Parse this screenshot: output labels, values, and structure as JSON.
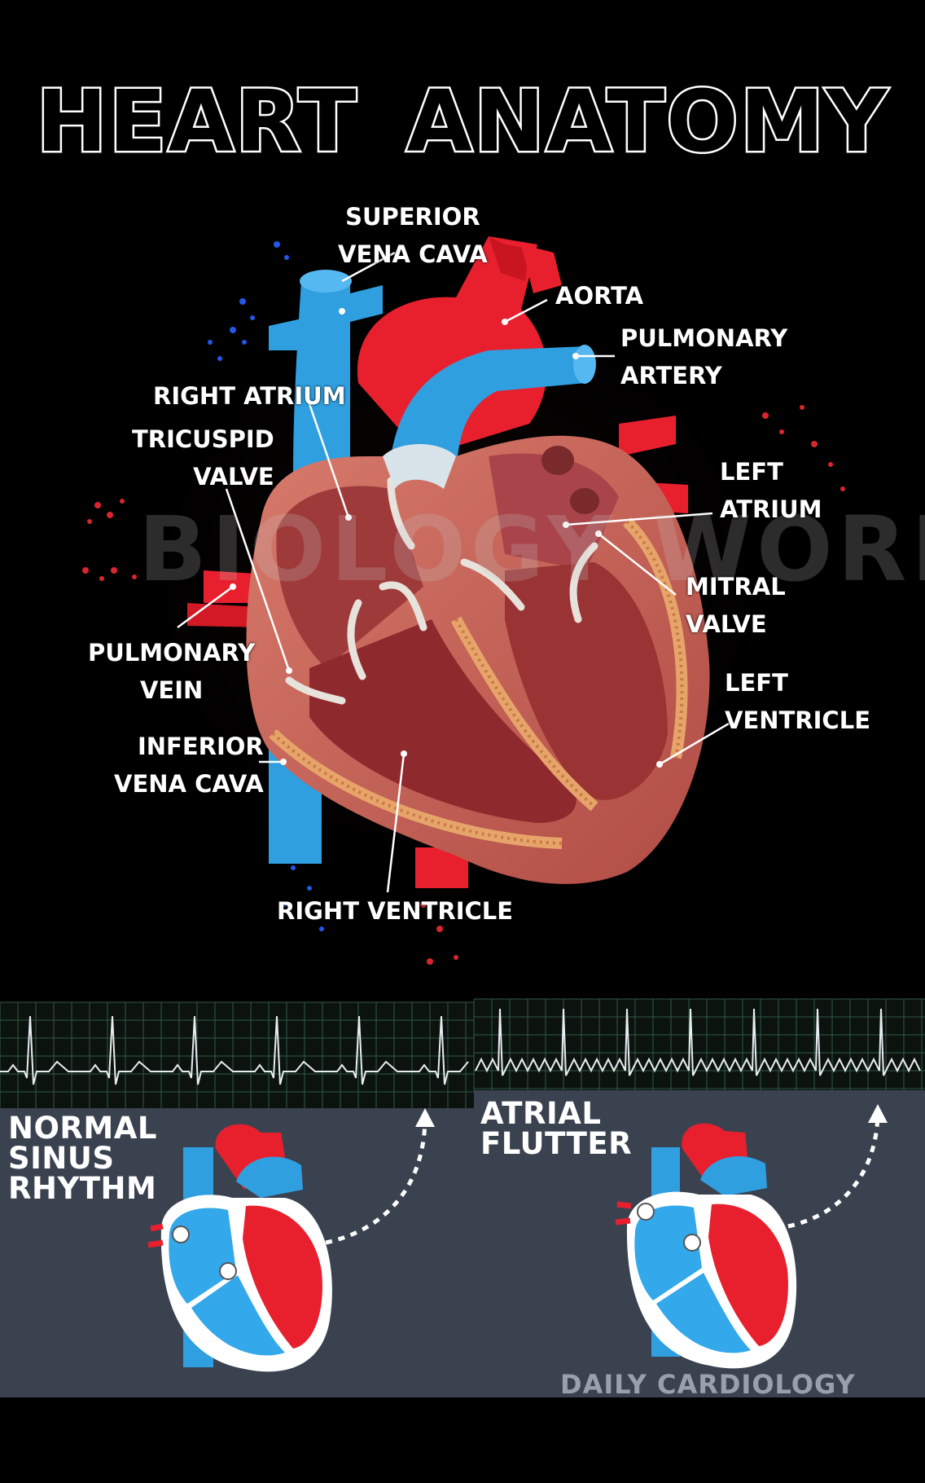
{
  "title": {
    "word1": "HEART",
    "word2": "ANATOMY"
  },
  "watermark": "BIOLOGY WORLD",
  "labels": {
    "superior_vena_cava": "SUPERIOR\nVENA CAVA",
    "aorta": "AORTA",
    "pulmonary_artery": "PULMONARY\nARTERY",
    "right_atrium": "RIGHT ATRIUM",
    "tricuspid_valve": "TRICUSPID\nVALVE",
    "left_atrium": "LEFT\nATRIUM",
    "mitral_valve": "MITRAL\nVALVE",
    "pulmonary_vein": "PULMONARY\nVEIN",
    "left_ventricle": "LEFT\nVENTRICLE",
    "inferior_vena_cava": "INFERIOR\nVENA CAVA",
    "right_ventricle": "RIGHT VENTRICLE"
  },
  "panels": {
    "left_label": "NORMAL\nSINUS\nRHYTHM",
    "right_label": "ATRIAL\nFLUTTER",
    "brand": "DAILY CARDIOLOGY"
  },
  "colors": {
    "red": "#e8202e",
    "blue": "#2f9fe0",
    "muscle": "#c9635a",
    "panel_bg": "#3a4250",
    "ecg_grid": "#2f5a43"
  }
}
